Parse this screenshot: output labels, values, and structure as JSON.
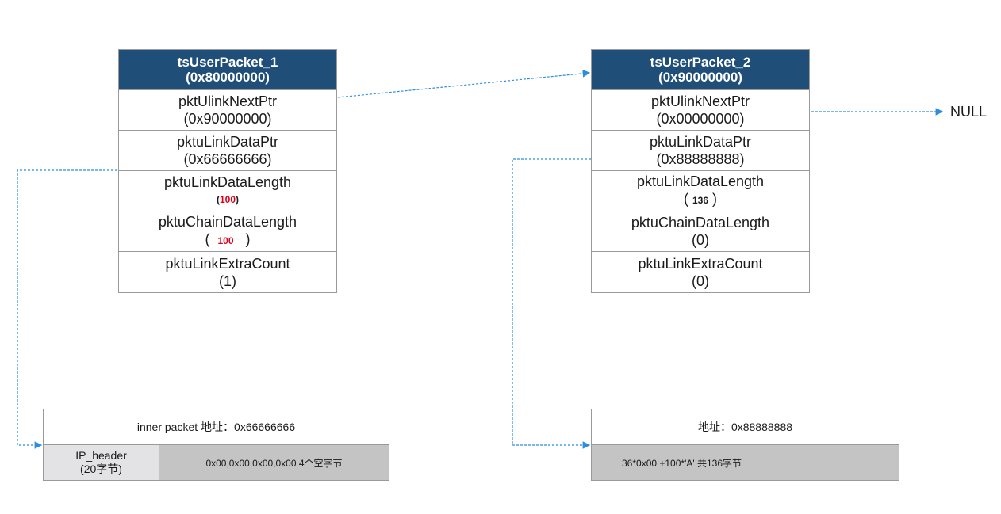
{
  "packet1": {
    "title": "tsUserPacket_1",
    "address": "(0x80000000)",
    "fields": [
      {
        "name": "pktUlinkNextPtr",
        "value": "(0x90000000)"
      },
      {
        "name": "pktuLinkDataPtr",
        "value": "(0x66666666)"
      },
      {
        "name": "pktuLinkDataLength",
        "open": "(",
        "value": "100",
        "close": ")"
      },
      {
        "name": "pktuChainDataLength",
        "open": "(",
        "value": "100",
        "close": ")"
      },
      {
        "name": "pktuLinkExtraCount",
        "value": "(1)"
      }
    ]
  },
  "packet2": {
    "title": "tsUserPacket_2",
    "address": "(0x90000000)",
    "fields": [
      {
        "name": "pktUlinkNextPtr",
        "value": "(0x00000000)"
      },
      {
        "name": "pktuLinkDataPtr",
        "value": "(0x88888888)"
      },
      {
        "name": "pktuLinkDataLength",
        "open": "(",
        "value": "136",
        "close": ")"
      },
      {
        "name": "pktuChainDataLength",
        "value": "(0)"
      },
      {
        "name": "pktuLinkExtraCount",
        "value": "(0)"
      }
    ]
  },
  "null_label": "NULL",
  "memory1": {
    "title": "inner packet 地址：0x66666666",
    "header_name": "IP_header",
    "header_size": "(20字节)",
    "payload": "0x00,0x00,0x00,0x00 4个空字节"
  },
  "memory2": {
    "title": "地址：0x88888888",
    "payload": "36*0x00 +100*'A' 共136字节"
  },
  "colors": {
    "header_bg": "#1f4e79",
    "arrow": "#2a8de0",
    "highlight": "#e0001b"
  }
}
